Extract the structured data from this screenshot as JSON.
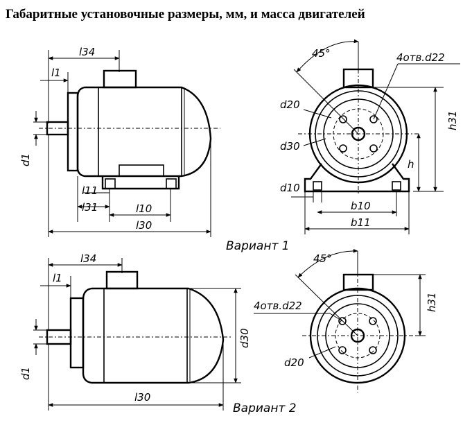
{
  "title": "Габаритные установочные размеры, мм, и масса двигателей",
  "variant1": {
    "caption": "Вариант 1",
    "side_labels": {
      "l34": "l34",
      "l1": "l1",
      "d1": "d1",
      "l11": "l11",
      "l31": "l31",
      "l10": "l10",
      "l30": "l30"
    },
    "front_labels": {
      "angle": "45°",
      "holes": "4отв.d22",
      "d20": "d20",
      "d30": "d30",
      "h31": "h31",
      "h": "h",
      "d10": "d10",
      "b10": "b10",
      "b11": "b11"
    }
  },
  "variant2": {
    "caption": "Вариант 2",
    "side_labels": {
      "l34": "l34",
      "l1": "l1",
      "d1": "d1",
      "d30": "d30",
      "l30": "l30"
    },
    "front_labels": {
      "angle": "45°",
      "holes": "4отв.d22",
      "d20": "d20",
      "h31": "h31"
    }
  }
}
